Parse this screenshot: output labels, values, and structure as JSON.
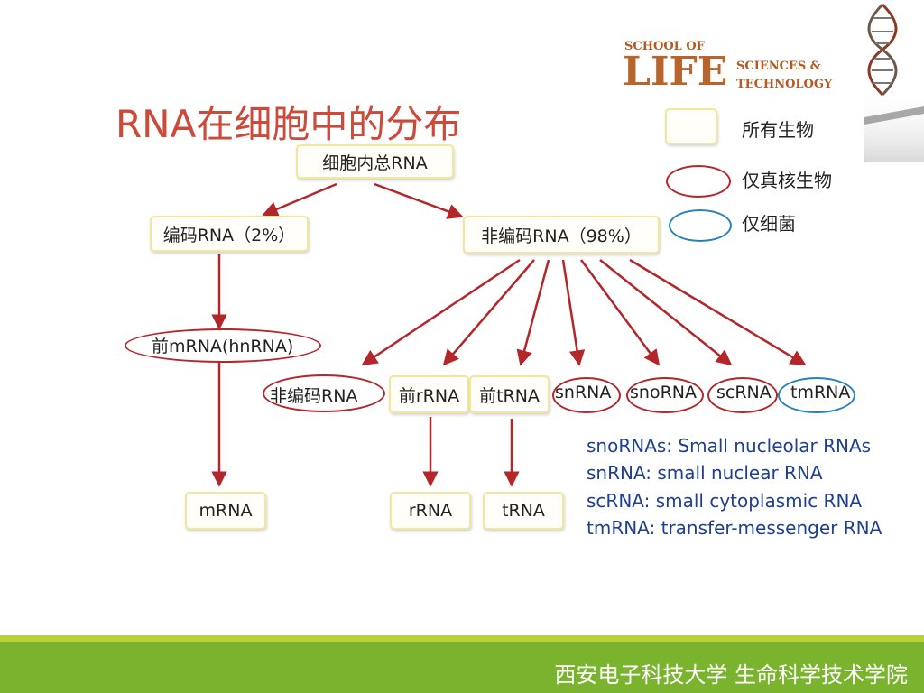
{
  "title": "RNA在细胞中的分布",
  "logo": {
    "line1": "SCHOOL OF",
    "big": "LIFE",
    "line2": "SCIENCES &",
    "line3": "TECHNOLOGY"
  },
  "legend": {
    "all": "所有生物",
    "eukaryote": "仅真核生物",
    "bacteria": "仅细菌"
  },
  "nodes": {
    "total": "细胞内总RNA",
    "coding": "编码RNA（2%）",
    "noncoding": "非编码RNA（98%）",
    "pre_mrna": "前mRNA(hnRNA)",
    "nc_rna": "非编码RNA",
    "pre_rrna": "前rRNA",
    "pre_trna": "前tRNA",
    "snrna": "snRNA",
    "snorna": "snoRNA",
    "scrna": "scRNA",
    "tmrna": "tmRNA",
    "mrna": "mRNA",
    "rrna": "rRNA",
    "trna": "tRNA"
  },
  "abbreviations": [
    "snoRNAs: Small nucleolar RNAs",
    "snRNA: small nuclear RNA",
    "scRNA: small cytoplasmic RNA",
    "tmRNA: transfer-messenger RNA"
  ],
  "footer": "西安电子科技大学  生命科学技术学院",
  "colors": {
    "title": "#cc4a3a",
    "arrow": "#b3262a",
    "eukaryote_outline": "#b3262a",
    "bacteria_outline": "#2a82b8",
    "box_border": "#f2e79a",
    "abbreviation_text": "#1f3f8f",
    "footer_bg": "#7ab32e"
  }
}
